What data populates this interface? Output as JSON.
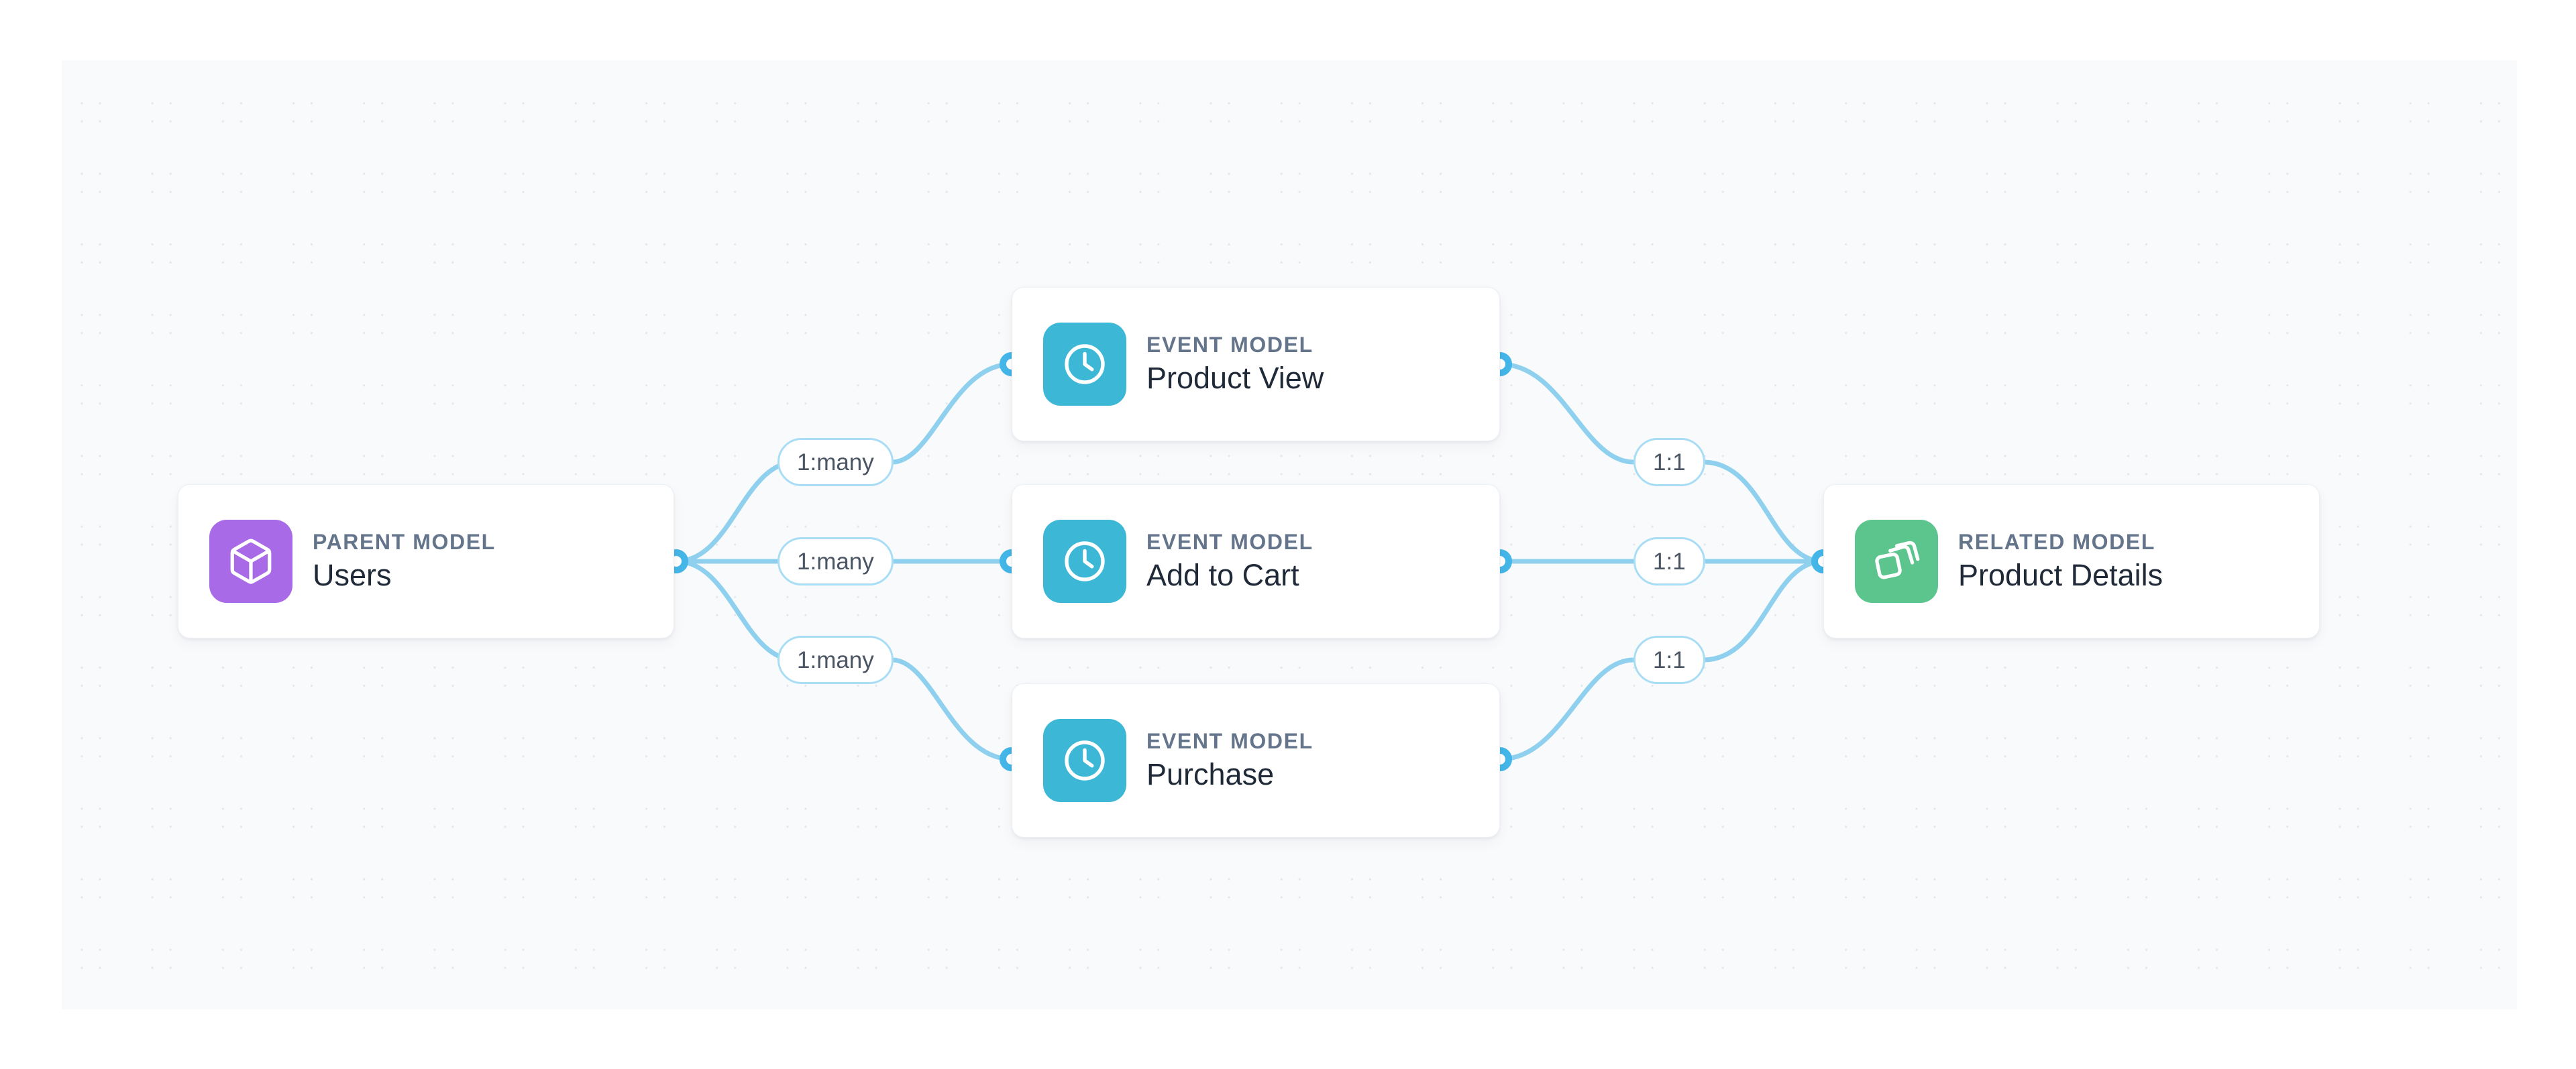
{
  "canvas": {
    "background_color": "#f8fafc",
    "dot_color": "#e3e7ee",
    "page_background": "#ffffff"
  },
  "theme": {
    "edge_color": "#8ed0ee",
    "endpoint_ring_color": "#45b6e8",
    "badge_border_color": "#a9ddf5",
    "badge_text_color": "#4b5563",
    "card_border_color": "#eceff4",
    "kicker_color": "#64748b",
    "title_color": "#1f2937",
    "parent_icon_color": "#a96ae8",
    "event_icon_color": "#3cb8d6",
    "related_icon_color": "#5cc58d"
  },
  "nodes": {
    "parent": {
      "kicker": "PARENT MODEL",
      "title": "Users",
      "icon": "cube-icon",
      "icon_color": "#a96ae8"
    },
    "events": [
      {
        "kicker": "EVENT MODEL",
        "title": "Product View",
        "icon": "clock-icon",
        "icon_color": "#3cb8d6"
      },
      {
        "kicker": "EVENT MODEL",
        "title": "Add to Cart",
        "icon": "clock-icon",
        "icon_color": "#3cb8d6"
      },
      {
        "kicker": "EVENT MODEL",
        "title": "Purchase",
        "icon": "clock-icon",
        "icon_color": "#3cb8d6"
      }
    ],
    "related": {
      "kicker": "RELATED MODEL",
      "title": "Product Details",
      "icon": "layers-icon",
      "icon_color": "#5cc58d"
    }
  },
  "relationships": {
    "left": [
      {
        "label": "1:many",
        "from": "Users",
        "to": "Product View"
      },
      {
        "label": "1:many",
        "from": "Users",
        "to": "Add to Cart"
      },
      {
        "label": "1:many",
        "from": "Users",
        "to": "Purchase"
      }
    ],
    "right": [
      {
        "label": "1:1",
        "from": "Product View",
        "to": "Product Details"
      },
      {
        "label": "1:1",
        "from": "Add to Cart",
        "to": "Product Details"
      },
      {
        "label": "1:1",
        "from": "Purchase",
        "to": "Product Details"
      }
    ]
  }
}
